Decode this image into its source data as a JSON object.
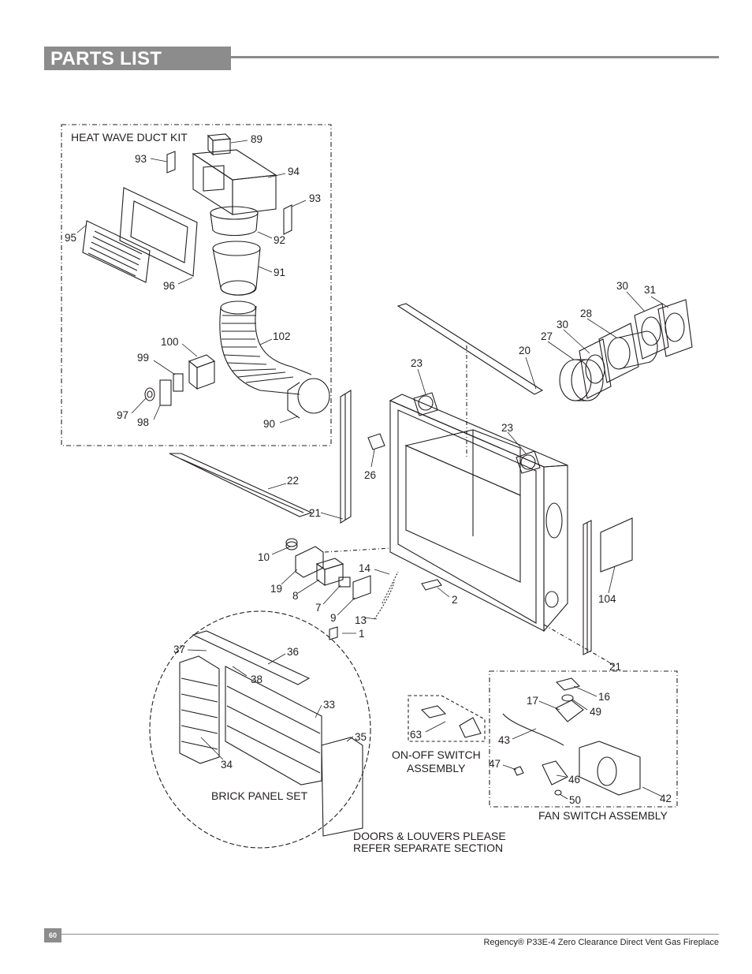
{
  "header": {
    "title": "PARTS LIST"
  },
  "diagram": {
    "callouts": {
      "c89": "89",
      "c93a": "93",
      "c94": "94",
      "c93b": "93",
      "c95": "95",
      "c92": "92",
      "c96": "96",
      "c91": "91",
      "c100": "100",
      "c102": "102",
      "c99": "99",
      "c97": "97",
      "c98": "98",
      "c90": "90",
      "c23a": "23",
      "c20": "20",
      "c27": "27",
      "c30a": "30",
      "c28": "28",
      "c30b": "30",
      "c31": "31",
      "c26": "26",
      "c23b": "23",
      "c22": "22",
      "c21a": "21",
      "c10": "10",
      "c19": "19",
      "c8": "8",
      "c14": "14",
      "c7": "7",
      "c9": "9",
      "c13": "13",
      "c1": "1",
      "c2": "2",
      "c104": "104",
      "c21b": "21",
      "c37": "37",
      "c36": "36",
      "c38": "38",
      "c33": "33",
      "c35": "35",
      "c34": "34",
      "c63": "63",
      "c17": "17",
      "c16": "16",
      "c49": "49",
      "c43": "43",
      "c47": "47",
      "c46": "46",
      "c50": "50",
      "c42": "42"
    },
    "captions": {
      "heat_wave_duct_kit": "HEAT WAVE DUCT KIT",
      "on_off_line1": "ON-OFF SWITCH",
      "on_off_line2": "ASSEMBLY",
      "brick_panel_set": "BRICK PANEL SET",
      "fan_switch_assembly": "FAN SWITCH ASSEMBLY",
      "doors_line1": "DOORS & LOUVERS PLEASE",
      "doors_line2": "REFER SEPARATE SECTION"
    }
  },
  "footer": {
    "page_number": "60",
    "doc_title": "Regency® P33E-4 Zero Clearance Direct Vent Gas Fireplace"
  }
}
